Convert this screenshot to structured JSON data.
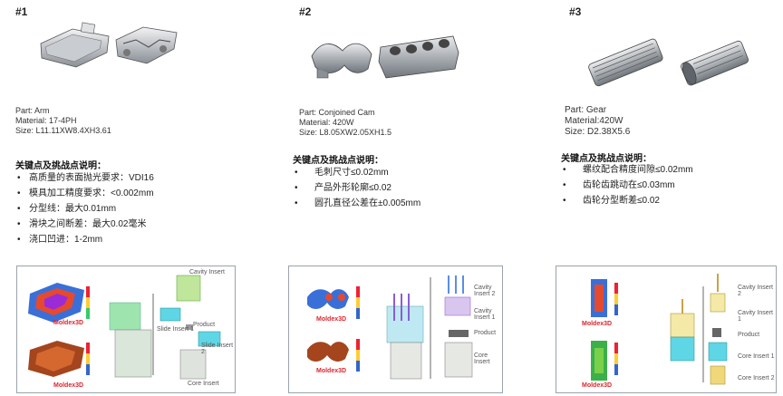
{
  "parts": [
    {
      "number": "#1",
      "spec": {
        "part": "Part: Arm",
        "material": "Material: 17-4PH",
        "size": "Size: L11.11XW8.4XH3.61"
      },
      "key_heading": "关键点及挑战点说明：",
      "key_points": [
        "高质量的表面抛光要求：VDI16",
        "模具加工精度要求：<0.002mm",
        "分型线：最大0.01mm",
        "滑块之间断差：最大0.02毫米",
        "浇口凹进：1-2mm"
      ],
      "sim": {
        "brand": "Moldex3D",
        "labels": [
          "Cavity Insert",
          "Product",
          "Slide Insert 1",
          "Slide Insert 2",
          "Core Insert"
        ]
      }
    },
    {
      "number": "#2",
      "spec": {
        "part": "Part: Conjoined Cam",
        "material": "Material: 420W",
        "size": "Size: L8.05XW2.05XH1.5"
      },
      "key_heading": "关键点及挑战点说明：",
      "key_points": [
        "毛刺尺寸≤0.02mm",
        "产品外形轮廓≤0.02",
        "圆孔直径公差在±0.005mm"
      ],
      "sim": {
        "brand": "Moldex3D",
        "labels": [
          "Cavity Insert 2",
          "Cavity Insert 1",
          "Product",
          "Core Insert"
        ]
      }
    },
    {
      "number": "#3",
      "spec": {
        "part": "Part: Gear",
        "material": "Material:420W",
        "size": "Size: D2.38X5.6"
      },
      "key_heading": "关键点及挑战点说明：",
      "key_points": [
        "螺纹配合精度间隙≤0.02mm",
        "齿轮齿跳动在≤0.03mm",
        "齿轮分型断差≤0.02"
      ],
      "sim": {
        "brand": "Moldex3D",
        "labels": [
          "Cavity Insert 2",
          "Cavity Insert 1",
          "Product",
          "Core Insert 1",
          "Core Insert 2"
        ]
      }
    }
  ],
  "colors": {
    "brand_red": "#d9262e",
    "border": "#9aa3ad",
    "accent_green": "#b5e38a",
    "accent_cyan": "#5ed6e6"
  }
}
